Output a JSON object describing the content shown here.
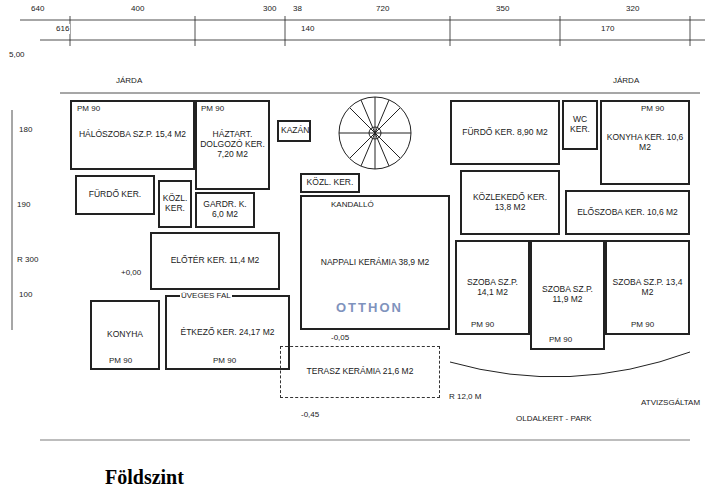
{
  "diagram": {
    "title": "Földszint",
    "nodes": [
      {
        "text": [
          "HÁLÓSZOBA SZ.P. 15,4 M2"
        ]
      },
      {
        "text": [
          "HÁZTART. DOLGOZÓ KER. 7,20 M2"
        ]
      },
      {
        "text": [
          "KAZÁN"
        ]
      },
      {
        "text": [
          "FÜRDŐ KER. 8,90 M2"
        ]
      },
      {
        "text": [
          "WC KER."
        ]
      },
      {
        "text": [
          "KONYHA KER. 10,6 M2"
        ]
      },
      {
        "text": [
          "FÜRDŐ KER."
        ]
      },
      {
        "text": [
          "GARDR. K. 6,0 M2"
        ]
      },
      {
        "text": [
          "KÖZL. KER."
        ]
      },
      {
        "text": [
          "KÖZL. KER."
        ]
      },
      {
        "text": [
          "ELŐTÉR KER. 11,4 M2"
        ]
      },
      {
        "text": [
          "NAPPALI KERÁMIA 38,9 M2"
        ]
      },
      {
        "text": [
          "KÖZLEKEDŐ KER. 13,8 M2"
        ]
      },
      {
        "text": [
          "ELŐSZOBA KER. 10,6 M2"
        ]
      },
      {
        "text": [
          "KONYHA"
        ]
      },
      {
        "text": [
          "ÉTKEZŐ KER. 24,17 M2"
        ]
      },
      {
        "text": [
          "SZOBA SZ.P. 14,1 M2"
        ]
      },
      {
        "text": [
          "SZOBA SZ.P. 11,9 M2"
        ]
      },
      {
        "text": [
          "SZOBA SZ.P. 13,4 M2"
        ]
      },
      {
        "text": [
          "TERASZ KERÁMIA 21,6 M2"
        ]
      }
    ],
    "labels": [
      "640",
      "400",
      "300",
      "38",
      "720",
      "350",
      "320",
      "616",
      "140",
      "170",
      "5,00",
      "JÁRDA",
      "JÁRDA",
      "180",
      "190",
      "R 300",
      "100",
      "PM 90",
      "PM 90",
      "PM 90",
      "PM 90",
      "PM 90",
      "PM 90",
      "PM 90",
      "PM 90",
      "KANDALLÓ",
      "ÜVEGES FAL",
      "+0,00",
      "-0,05",
      "-0,45",
      "R 12,0 M",
      "OLDALKERT - PARK",
      "ATVIZSGÁLTAM",
      "OTTHON"
    ]
  }
}
